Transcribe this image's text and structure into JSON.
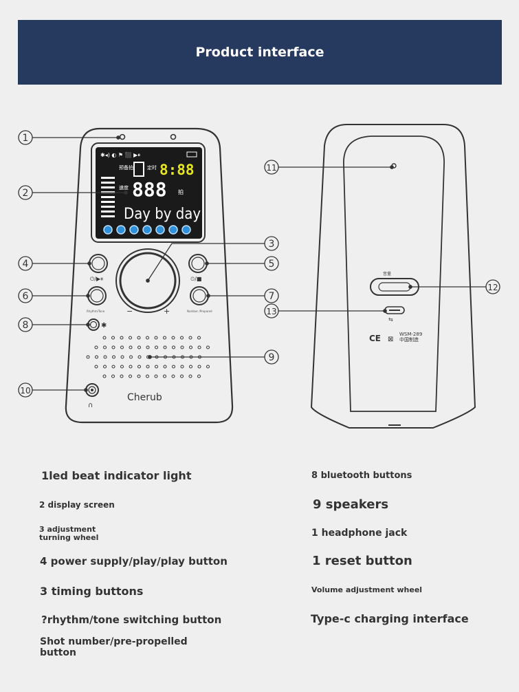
{
  "header": {
    "title": "Product interface"
  },
  "device": {
    "screen_text": "Day by day",
    "screen_time": "8:88",
    "screen_tempo": "888",
    "screen_beat_char": "拍",
    "screen_timer_label": "定时",
    "screen_preset_label": "预备拍",
    "screen_speed_label": "速度",
    "brand": "Cherub",
    "minus": "−",
    "plus": "+",
    "power_play_symbol": "⏻/▶⏸",
    "timer_symbol": "⏲/■",
    "rhythm_label": "Rhythm/Tone",
    "number_label": "Number /Prepared",
    "volume_label": "音量",
    "model": "WSM-289",
    "made_in": "中国制造",
    "ce_mark": "CE"
  },
  "callouts": [
    "1",
    "2",
    "3",
    "4",
    "5",
    "6",
    "7",
    "8",
    "9",
    "10",
    "11",
    "12",
    "13"
  ],
  "descriptions": {
    "left": [
      "1led beat indicator light",
      "2 display screen",
      "3 adjustment turning wheel",
      "4 power supply/play/play button",
      "3 timing buttons",
      "?rhythm/tone switching button",
      "Shot number/pre-propelled button"
    ],
    "right": [
      "8 bluetooth buttons",
      "9 speakers",
      "1 headphone jack",
      "1 reset button",
      "Volume adjustment wheel",
      "Type-c charging interface"
    ]
  },
  "colors": {
    "header_bg": "#26395e",
    "page_bg": "#efefef",
    "screen_bg": "#1a1a1a",
    "lcd_yellow": "#e6e623",
    "lcd_blue": "#2f8fd8"
  }
}
